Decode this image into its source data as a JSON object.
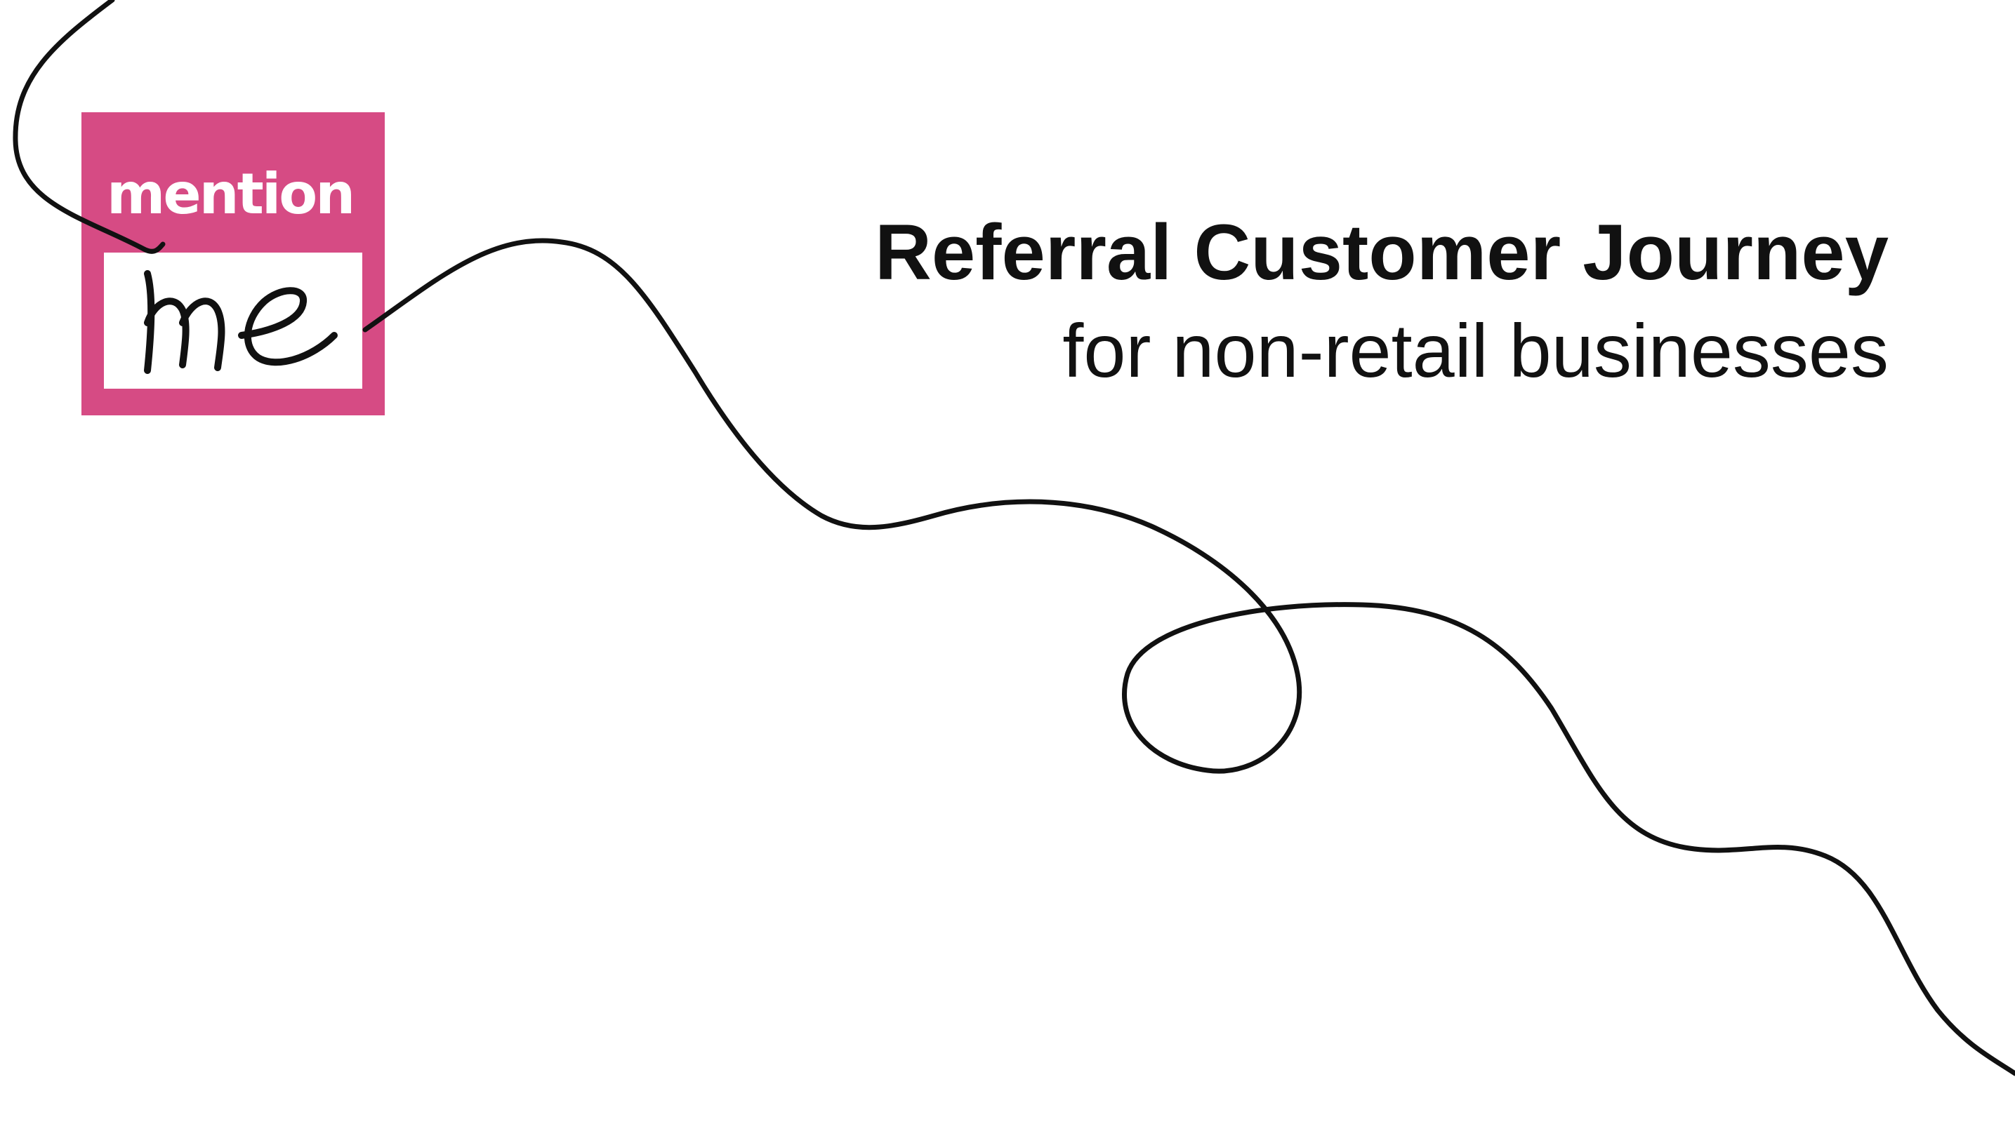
{
  "logo": {
    "word": "mention",
    "script": "me",
    "colors": {
      "background": "#d64b84",
      "text": "#ffffff",
      "script_box": "#ffffff",
      "script_ink": "#111111"
    }
  },
  "slide": {
    "title": "Referral Customer Journey",
    "subtitle": "for non-retail businesses",
    "colors": {
      "background": "#ffffff",
      "text": "#111111",
      "thread": "#111111"
    }
  }
}
